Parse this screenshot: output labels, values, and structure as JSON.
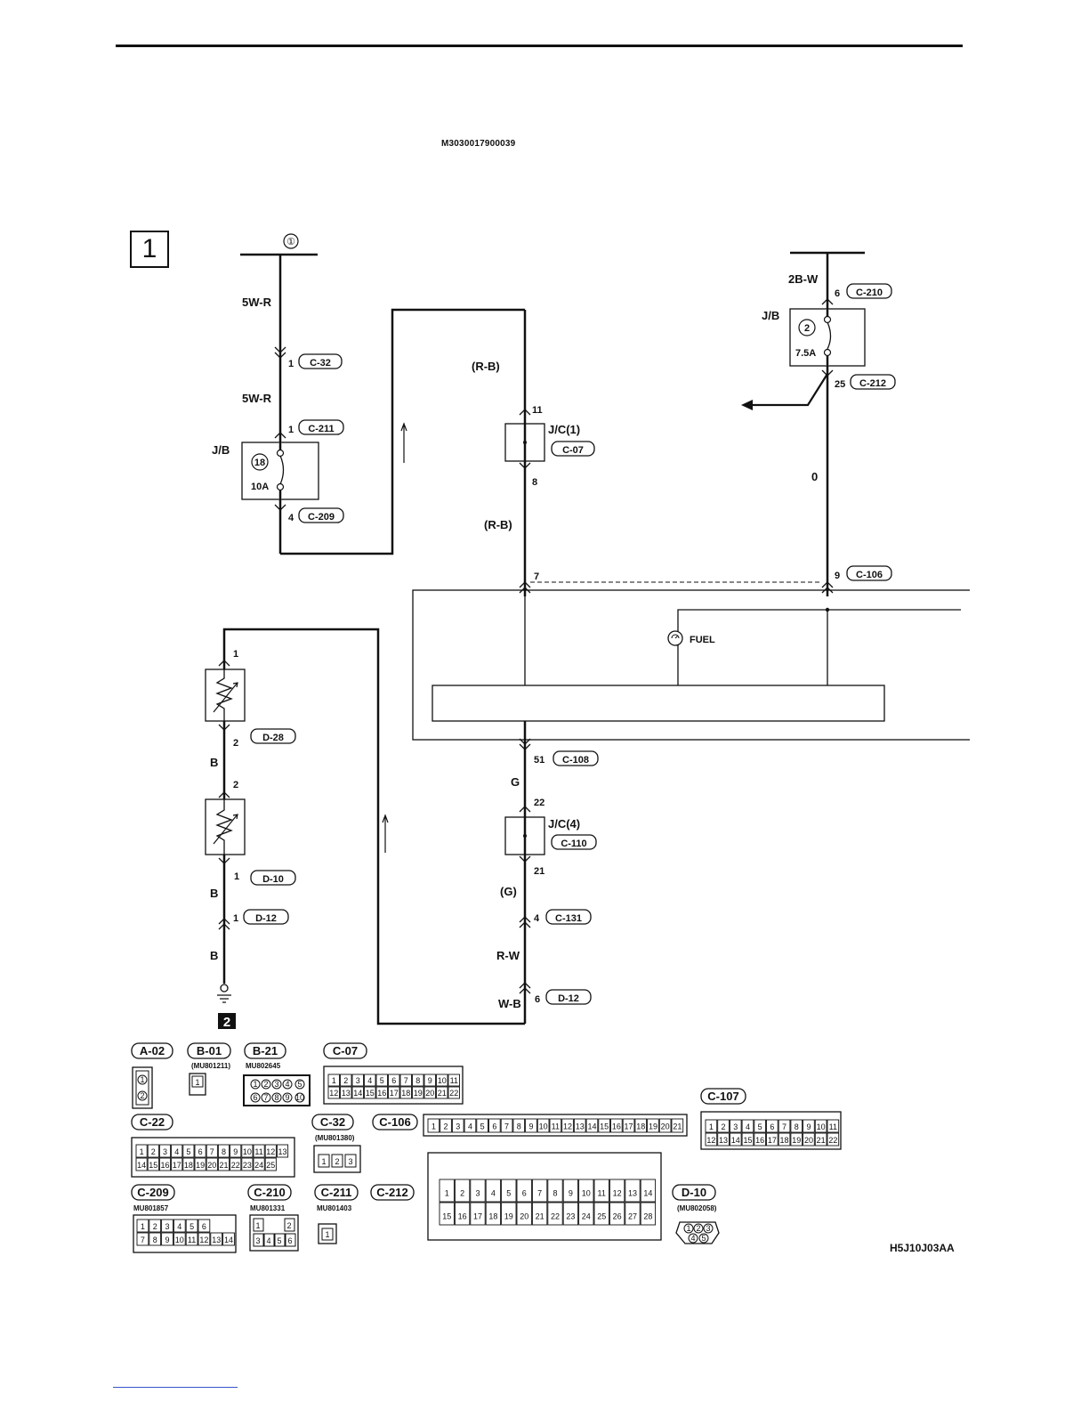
{
  "header": {
    "doc_code": "M3030017900039"
  },
  "sheet": {
    "number": "1",
    "continuation": "2"
  },
  "circuit": {
    "left": {
      "bus_marker": "①",
      "wires": [
        "5W-R",
        "5W-R"
      ],
      "pins": [
        "1",
        "1",
        "4"
      ],
      "connectors": [
        "C-32",
        "C-211",
        "C-209"
      ],
      "jb_label": "J/B",
      "fuse_no": "18",
      "fuse_rating": "10A"
    },
    "middle": {
      "wires": [
        "(R-B)",
        "(R-B)",
        "G",
        "(G)",
        "R-W",
        "W-B"
      ],
      "pins": [
        "11",
        "8",
        "7",
        "51",
        "22",
        "21",
        "4",
        "6"
      ],
      "jc1": "J/C(1)",
      "jc1_conn": "C-07",
      "jc4": "J/C(4)",
      "jc4_conn": "C-110",
      "connectors": [
        "C-108",
        "C-131",
        "D-12"
      ]
    },
    "right": {
      "wire_top": "2B-W",
      "pin_top": "6",
      "conn_top": "C-210",
      "jb_label": "J/B",
      "fuse_no": "2",
      "fuse_rating": "7.5A",
      "pin_mid": "25",
      "conn_mid": "C-212",
      "wire_mid": "0",
      "pin_bot": "9",
      "conn_bot": "C-106"
    },
    "gauge_label": "FUEL",
    "sensors": {
      "wires": [
        "B",
        "B",
        "B"
      ],
      "pins": [
        "1",
        "2",
        "2",
        "1",
        "1"
      ],
      "connectors": [
        "D-28",
        "D-10",
        "D-12"
      ]
    }
  },
  "connectors_legend": {
    "a02": "A-02",
    "b01": "B-01",
    "b01_part": "(MU801211)",
    "b21": "B-21",
    "b21_part": "MU802645",
    "c07": "C-07",
    "c22": "C-22",
    "c32": "C-32",
    "c32_part": "(MU801380)",
    "c106": "C-106",
    "c107": "C-107",
    "c209": "C-209",
    "c209_part": "MU801857",
    "c210": "C-210",
    "c210_part": "MU801331",
    "c211": "C-211",
    "c211_part": "MU801403",
    "c212": "C-212",
    "d10": "D-10",
    "d10_part": "(MU802058)"
  },
  "footer": {
    "figure_code": "H5J10J03AA"
  }
}
